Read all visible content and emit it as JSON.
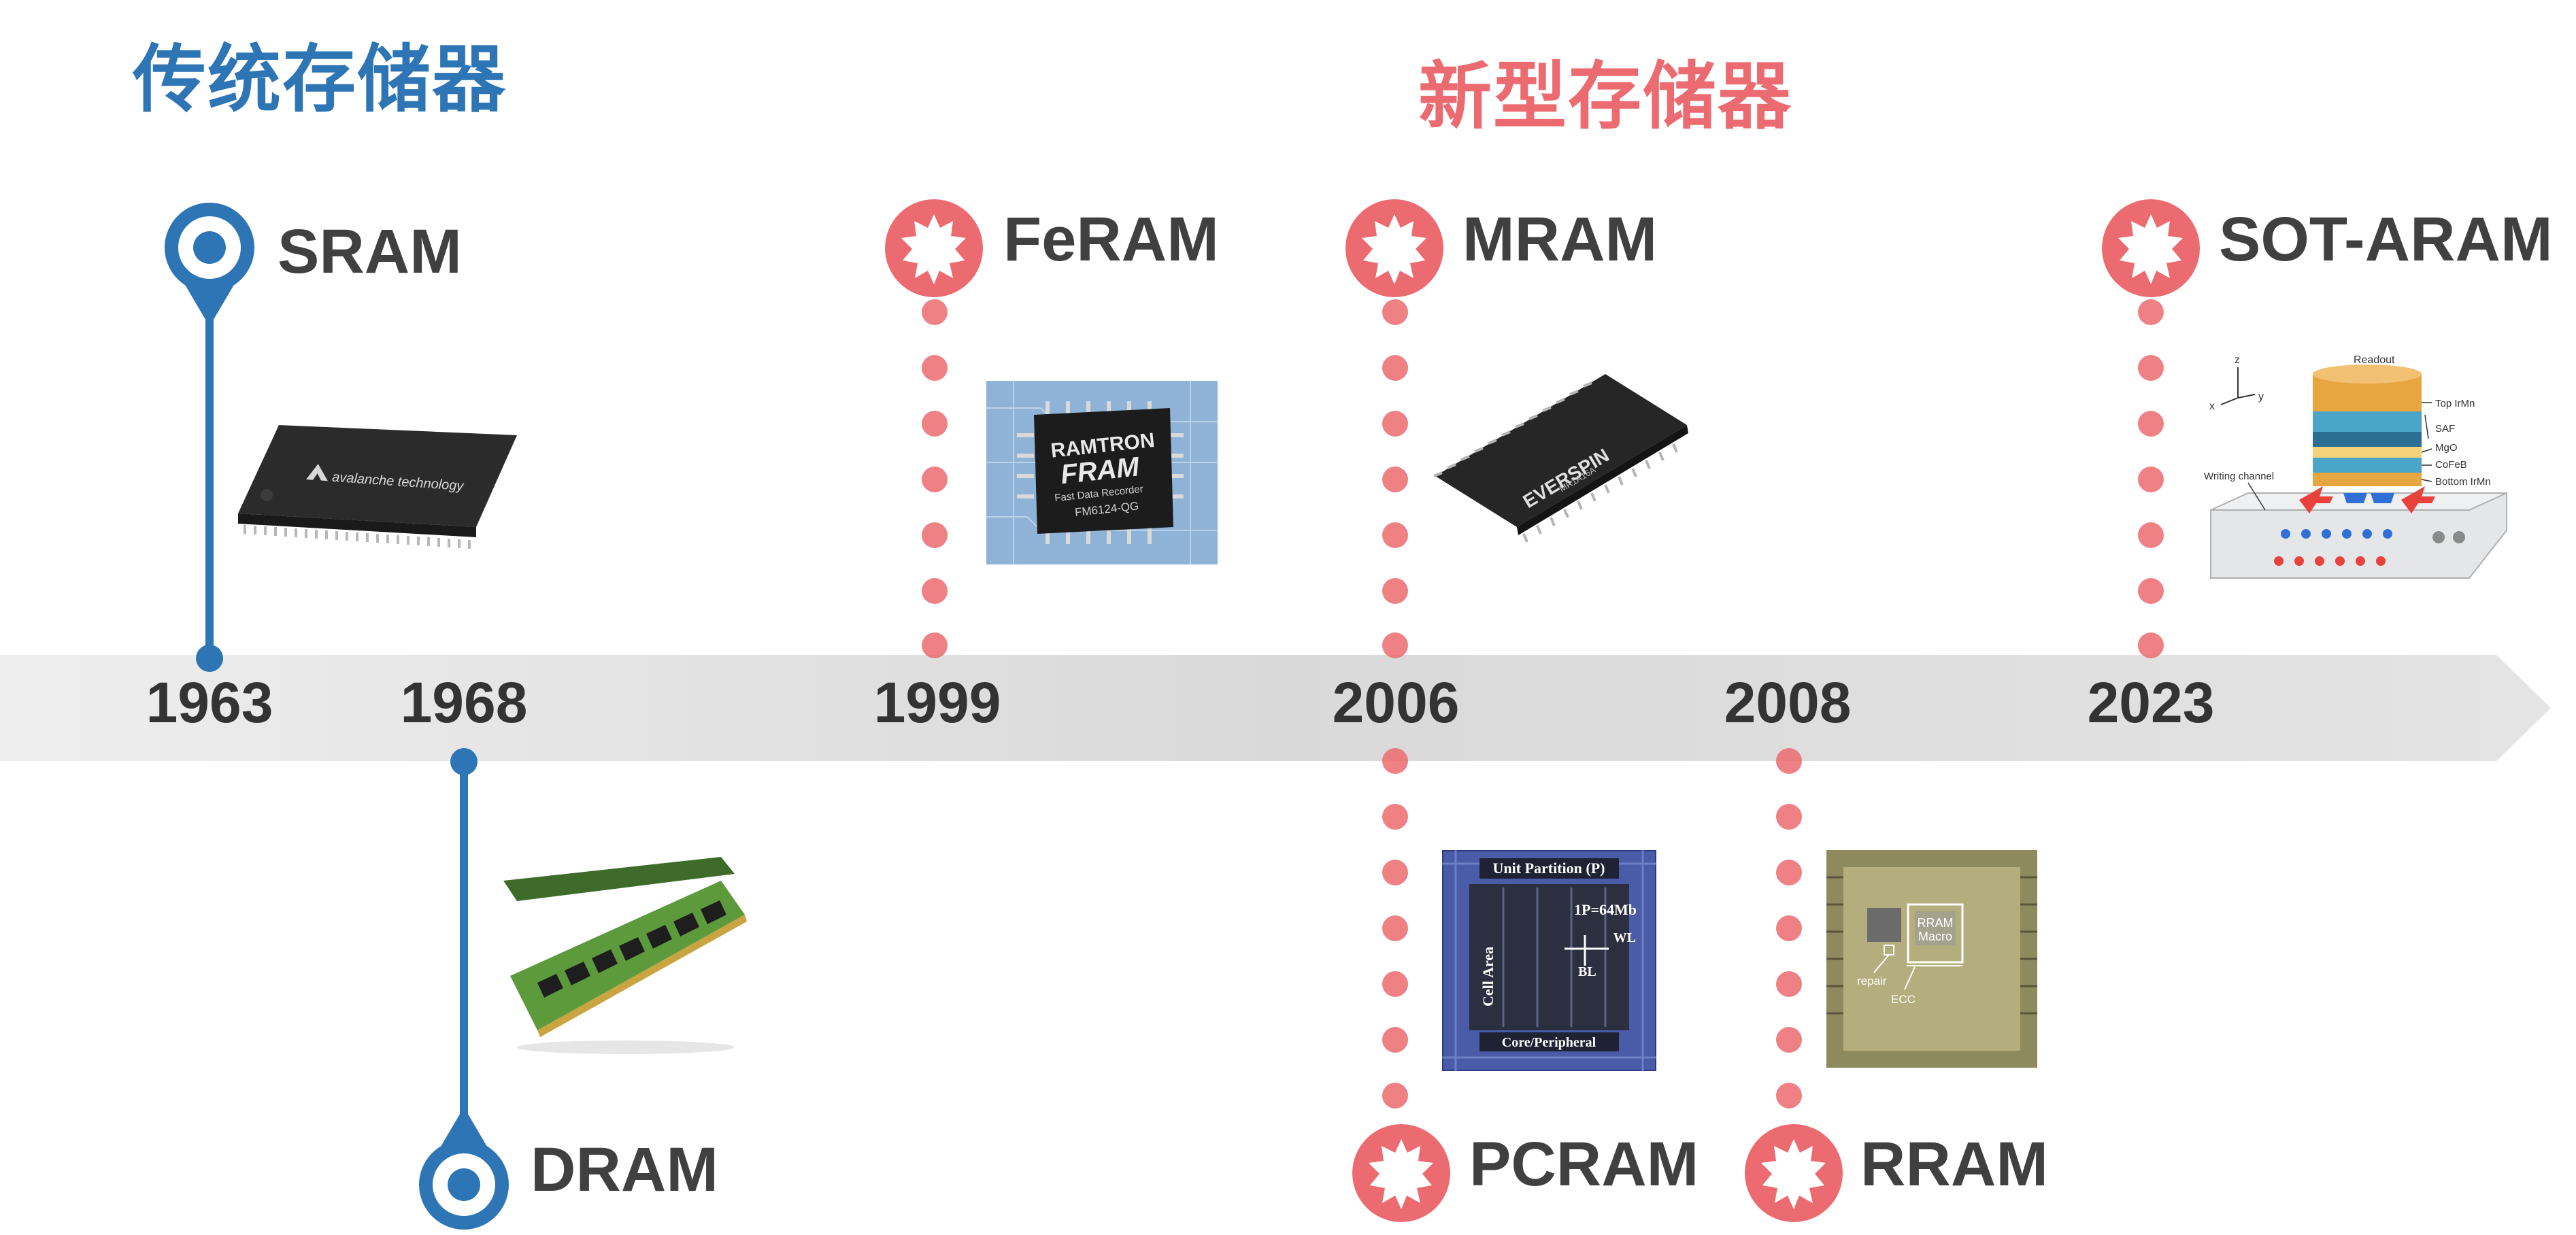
{
  "headings": {
    "traditional": "传统存储器",
    "novel": "新型存储器"
  },
  "colors": {
    "traditional_blue": "#2e75b6",
    "novel_red": "#ec6b70",
    "band_gray": "#e0e0e0",
    "text_dark": "#333333"
  },
  "timeline": {
    "years": [
      "1963",
      "1968",
      "1999",
      "2006",
      "2008",
      "2023"
    ]
  },
  "technologies": {
    "sram": {
      "label": "SRAM",
      "year": "1963",
      "chip_text": "avalanche technology"
    },
    "dram": {
      "label": "DRAM",
      "year": "1968"
    },
    "feram": {
      "label": "FeRAM",
      "year": "1999",
      "chip_text": [
        "RAMTRON",
        "FRAM",
        "Fast Data Recorder",
        "FM6124-QG"
      ]
    },
    "mram": {
      "label": "MRAM",
      "year": "2006",
      "chip_text": [
        "EVERSPIN",
        "MR1A16A"
      ]
    },
    "pcram": {
      "label": "PCRAM",
      "year": "2006",
      "die_text": [
        "Unit Partition (P)",
        "1P=64Mb",
        "WL",
        "BL",
        "Cell Area",
        "Core/Peripheral"
      ]
    },
    "rram": {
      "label": "RRAM",
      "year": "2008",
      "die_text": [
        "RRAM",
        "Macro",
        "repair",
        "ECC"
      ]
    },
    "sot_aram": {
      "label": "SOT-ARAM",
      "year": "2023",
      "stack_labels": [
        "Readout",
        "Top IrMn",
        "SAF",
        "MgO",
        "CoFeB",
        "Bottom IrMn",
        "Writing channel"
      ],
      "axes": [
        "z",
        "x",
        "y"
      ]
    }
  }
}
